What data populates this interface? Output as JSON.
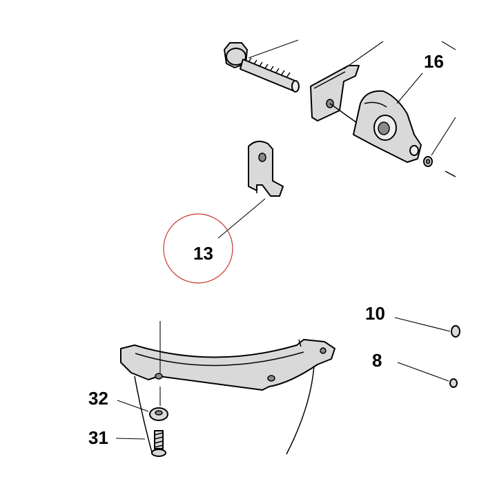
{
  "labels": {
    "l16": "16",
    "l13": "13",
    "l10": "10",
    "l8": "8",
    "l32": "32",
    "l31": "31"
  },
  "colors": {
    "highlight_circle": "#c0392b",
    "line": "#000000",
    "part_fill": "#d9d9d9"
  }
}
